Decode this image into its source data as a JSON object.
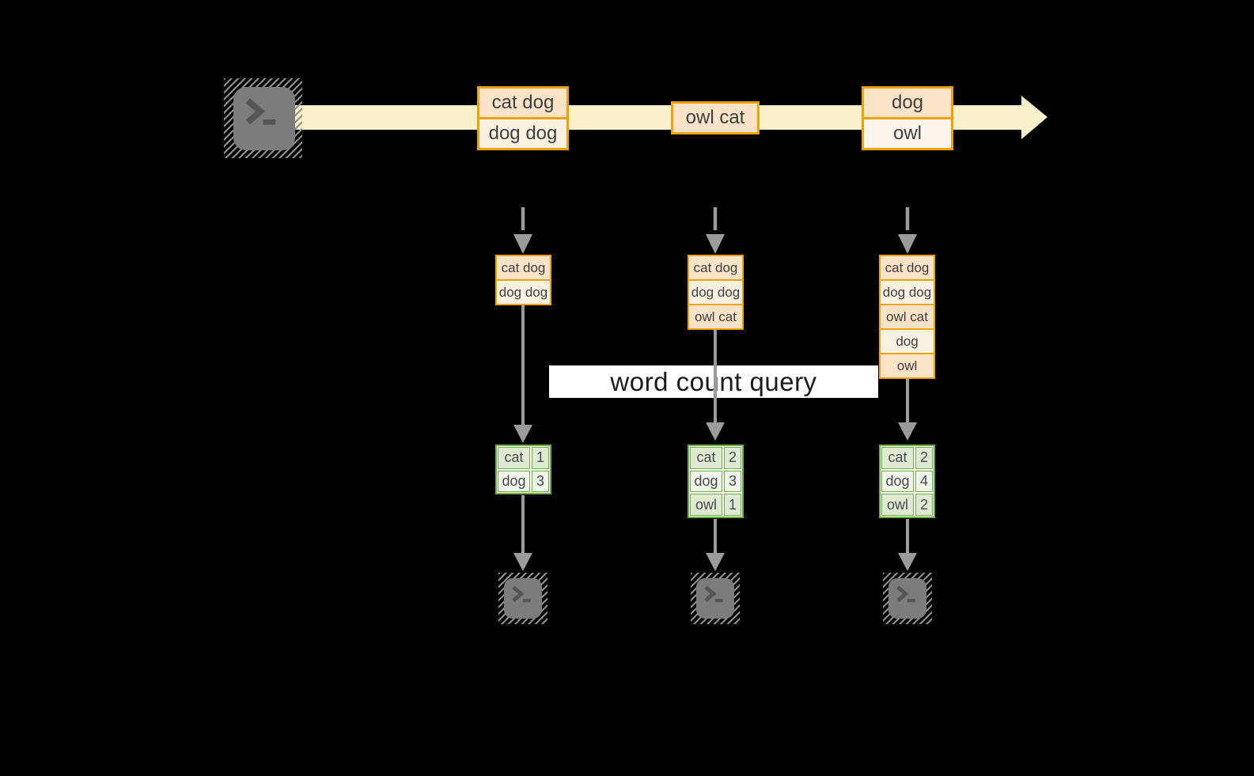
{
  "palette": {
    "bg": "#000000",
    "gold": "#F0A202",
    "peach": "#FAE3C6",
    "cream": "#FCF2E2",
    "xlight": "#FDF6EC",
    "stream": "#FAF0CB",
    "green": "#6FAD47",
    "green-dark": "#DFEAD3",
    "green-light": "#F1F6EC",
    "arrow": "#9B9B9B",
    "term-fill": "#7C7C7C",
    "term-hatch": "#8F8F8F",
    "term-glyph": "#565656",
    "ink": "#3F3F3F",
    "banner-ink": "#1B1B1B",
    "banner-bg": "#FFFFFF"
  },
  "source": {
    "icon": "terminal-icon"
  },
  "stream": {
    "events": [
      {
        "lines": [
          "cat dog",
          "dog dog"
        ]
      },
      {
        "lines": [
          "owl cat"
        ]
      },
      {
        "lines": [
          "dog",
          "owl"
        ]
      }
    ]
  },
  "queues": [
    {
      "rows": [
        "cat dog",
        "dog dog"
      ]
    },
    {
      "rows": [
        "cat dog",
        "dog dog",
        "owl cat"
      ]
    },
    {
      "rows": [
        "cat dog",
        "dog dog",
        "owl cat",
        "dog",
        "owl"
      ]
    }
  ],
  "query_label": "word count query",
  "result_tables": [
    {
      "rows": [
        [
          "cat",
          "1"
        ],
        [
          "dog",
          "3"
        ]
      ]
    },
    {
      "rows": [
        [
          "cat",
          "2"
        ],
        [
          "dog",
          "3"
        ],
        [
          "owl",
          "1"
        ]
      ]
    },
    {
      "rows": [
        [
          "cat",
          "2"
        ],
        [
          "dog",
          "4"
        ],
        [
          "owl",
          "2"
        ]
      ]
    }
  ],
  "sinks": [
    {
      "icon": "terminal-icon"
    },
    {
      "icon": "terminal-icon"
    },
    {
      "icon": "terminal-icon"
    }
  ]
}
